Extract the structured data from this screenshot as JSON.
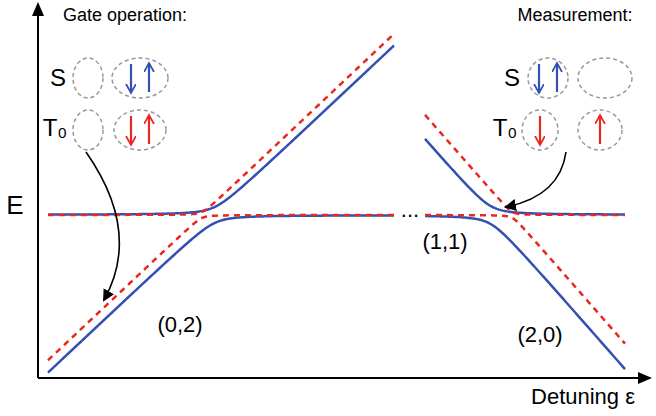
{
  "diagram": {
    "labels": [
      "Gate operation:",
      "Measurement:",
      "S",
      "T₀",
      "S",
      "T₀",
      "E",
      "(1,1)",
      "(0,2)",
      "(2,0)",
      "...",
      "Detuning ε"
    ]
  }
}
